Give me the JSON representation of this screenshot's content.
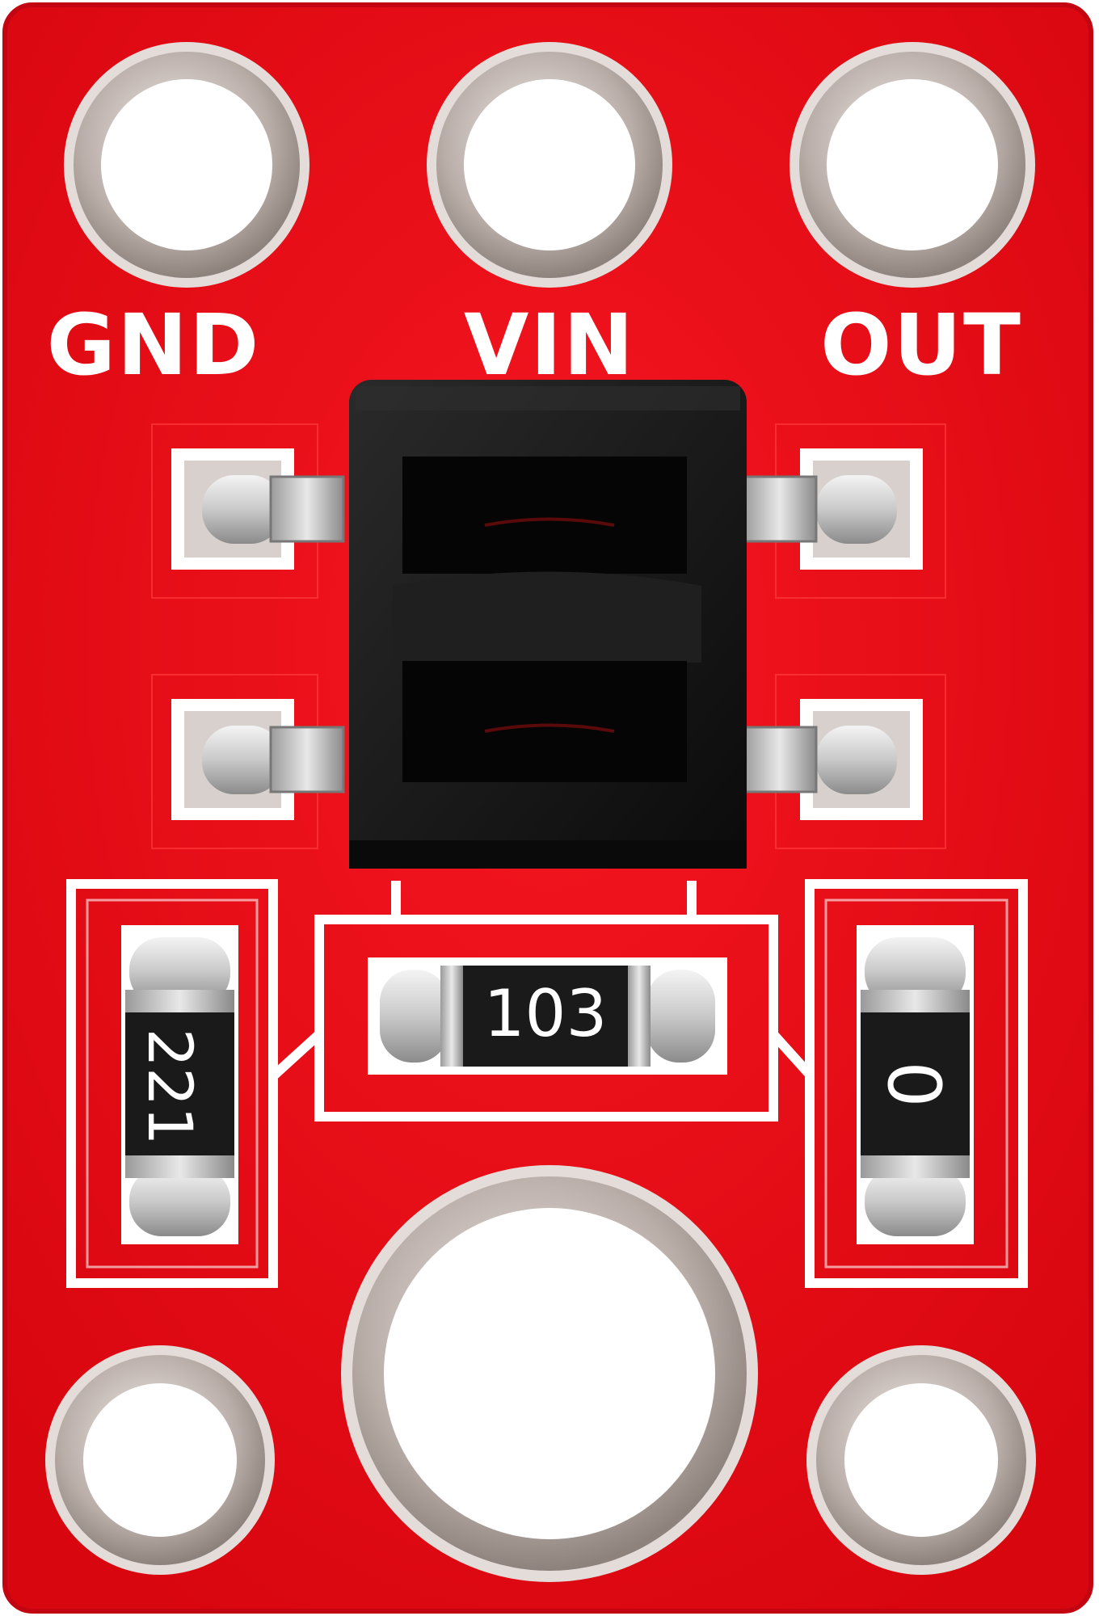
{
  "board": {
    "pin_labels": {
      "gnd": "GND",
      "vin": "VIN",
      "out": "OUT"
    },
    "resistor_codes": {
      "left": "221",
      "center": "103",
      "right": "0"
    }
  },
  "colors": {
    "pcb_red": "#e00712",
    "pcb_highlight": "#ff2a2a",
    "silkscreen": "#ffffff",
    "copper_ring": "#a89a94",
    "ring_shadow": "#d8d0cc",
    "sensor_body": "#141414",
    "resistor_body": "#1a1a1a",
    "resistor_text": "#ffffff"
  },
  "icons": {
    "sensor": "reflective-optical-sensor-icon",
    "mounting_hole": "mounting-hole-icon",
    "through_hole_pad": "through-hole-pad-icon"
  }
}
